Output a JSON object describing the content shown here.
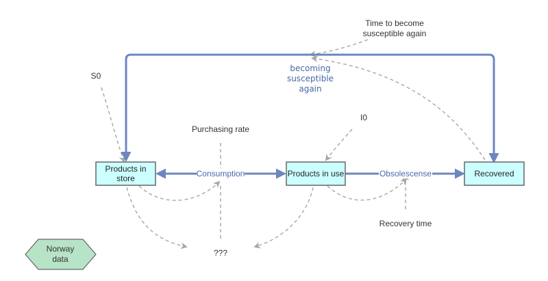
{
  "stocks": {
    "products_in_store": [
      "Products in",
      "store"
    ],
    "products_in_use": "Products in use",
    "recovered": "Recovered"
  },
  "flows": {
    "consumption": "Consumption",
    "obsolescense": "Obsolescense",
    "becoming_susceptible": [
      "becoming",
      "susceptible",
      "again"
    ]
  },
  "variables": {
    "s0": "S0",
    "i0": "I0",
    "purchasing_rate": "Purchasing rate",
    "recovery_time": "Recovery time",
    "time_to_susceptible": [
      "Time to become",
      "susceptible again"
    ],
    "unknown": "???"
  },
  "data_node": {
    "label": [
      "Norway",
      "data"
    ],
    "fill": "#b7e4c7",
    "stroke": "#666666"
  },
  "colors": {
    "stock_fill": "#ccffff",
    "flow": "#6c86c0",
    "link": "#a6a6a6",
    "flow_label": "#4a67a8"
  }
}
